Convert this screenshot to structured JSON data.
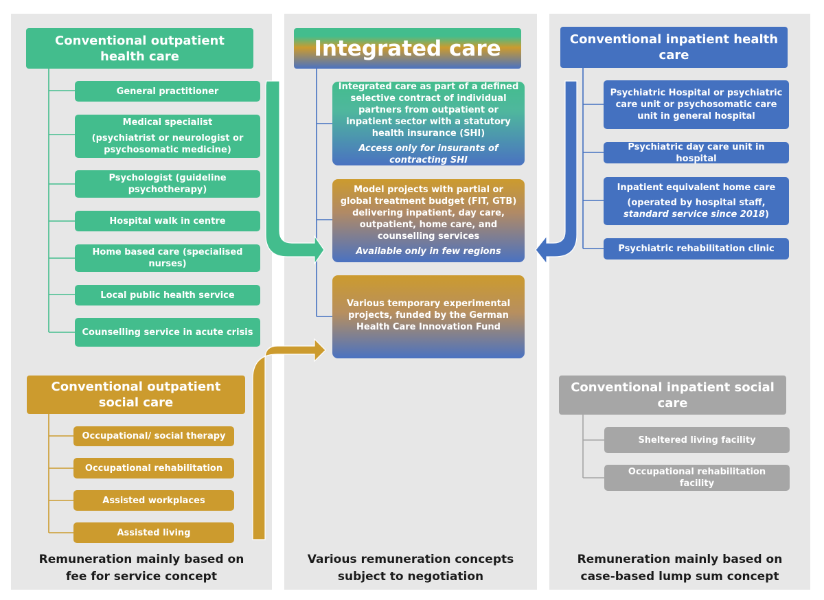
{
  "colors": {
    "health_outpatient": "#43bd8d",
    "social_outpatient": "#cc9b2e",
    "health_inpatient": "#4471c0",
    "social_inpatient": "#a6a6a6",
    "panel_background": "#e7e7e7"
  },
  "left": {
    "health_header": "Conventional outpatient health care",
    "health_items": [
      "General practitioner",
      "Medical specialist",
      "(psychiatrist or neurologist or psychosomatic medicine)",
      "Psychologist (guideline psychotherapy)",
      "Hospital walk in centre",
      "Home based care (specialised nurses)",
      "Local public health service",
      "Counselling service in acute crisis"
    ],
    "social_header": "Conventional outpatient social care",
    "social_items": [
      "Occupational/ social therapy",
      "Occupational rehabilitation",
      "Assisted workplaces",
      "Assisted living"
    ],
    "footer": "Remuneration mainly based on fee for service concept"
  },
  "center": {
    "header": "Integrated care",
    "box1_text": "Integrated care as part of a defined selective contract of individual partners from outpatient or inpatient sector with a statutory health insurance (SHI)",
    "box1_note": "Access only for insurants of contracting SHI",
    "box2_text": "Model projects with partial or global treatment budget (FIT, GTB) delivering inpatient, day care, outpatient, home care, and counselling services",
    "box2_note": "Available only in few regions",
    "box3_text": "Various temporary experimental projects, funded by the German Health Care Innovation Fund",
    "footer": "Various remuneration concepts subject to negotiation"
  },
  "right": {
    "health_header": "Conventional inpatient health care",
    "health_items": [
      "Psychiatric Hospital or psychiatric care unit or psychosomatic care unit in general hospital",
      "Psychiatric day care unit in hospital",
      "Inpatient equivalent home care",
      "(operated by hospital staff,",
      "standard service since 2018",
      ")",
      "Psychiatric rehabilitation clinic"
    ],
    "social_header": "Conventional inpatient social care",
    "social_items": [
      "Sheltered living facility",
      "Occupational rehabilitation facility"
    ],
    "footer": "Remuneration mainly based on case-based lump sum concept"
  }
}
